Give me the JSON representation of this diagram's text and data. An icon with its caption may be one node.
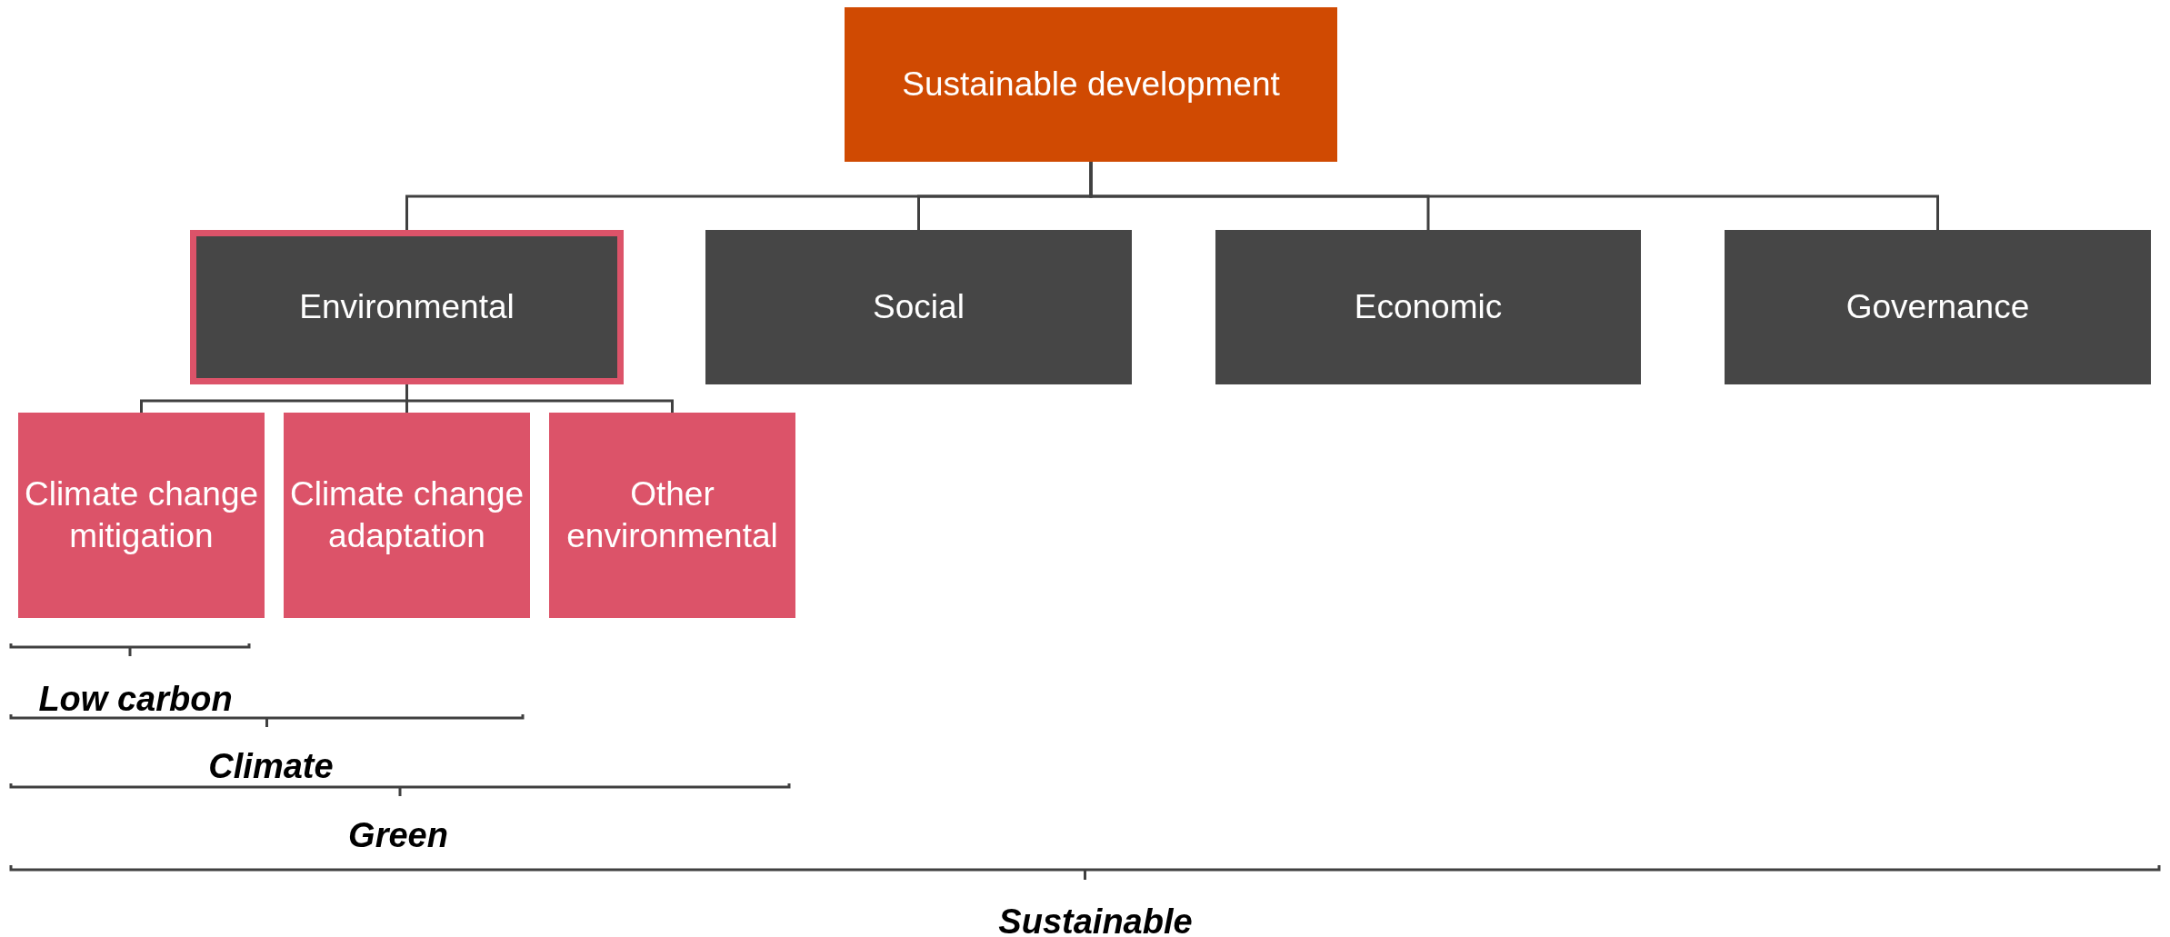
{
  "diagram": {
    "nodes": [
      {
        "text": [
          "Sustainable development"
        ]
      },
      {
        "text": [
          "Environmental"
        ]
      },
      {
        "text": [
          "Social"
        ]
      },
      {
        "text": [
          "Economic"
        ]
      },
      {
        "text": [
          "Governance"
        ]
      },
      {
        "text": [
          "Climate change mitigation"
        ]
      },
      {
        "text": [
          "Climate change adaptation"
        ]
      },
      {
        "text": [
          "Other environmental"
        ]
      }
    ],
    "edges": [
      {
        "from": 0,
        "to": 1,
        "arrow": "none"
      },
      {
        "from": 0,
        "to": 2,
        "arrow": "none"
      },
      {
        "from": 0,
        "to": 3,
        "arrow": "none"
      },
      {
        "from": 0,
        "to": 4,
        "arrow": "none"
      },
      {
        "from": 1,
        "to": 5,
        "arrow": "none"
      },
      {
        "from": 1,
        "to": 6,
        "arrow": "none"
      },
      {
        "from": 1,
        "to": 7,
        "arrow": "none"
      }
    ],
    "labels": [
      "Low carbon",
      "Climate",
      "Green",
      "Sustainable"
    ]
  }
}
